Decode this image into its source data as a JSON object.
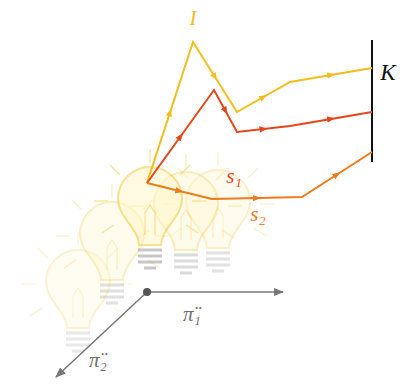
{
  "diagram": {
    "labels": [
      "I",
      "K",
      "s₁",
      "s₂",
      "π̈₁",
      "π̈₂"
    ]
  }
}
